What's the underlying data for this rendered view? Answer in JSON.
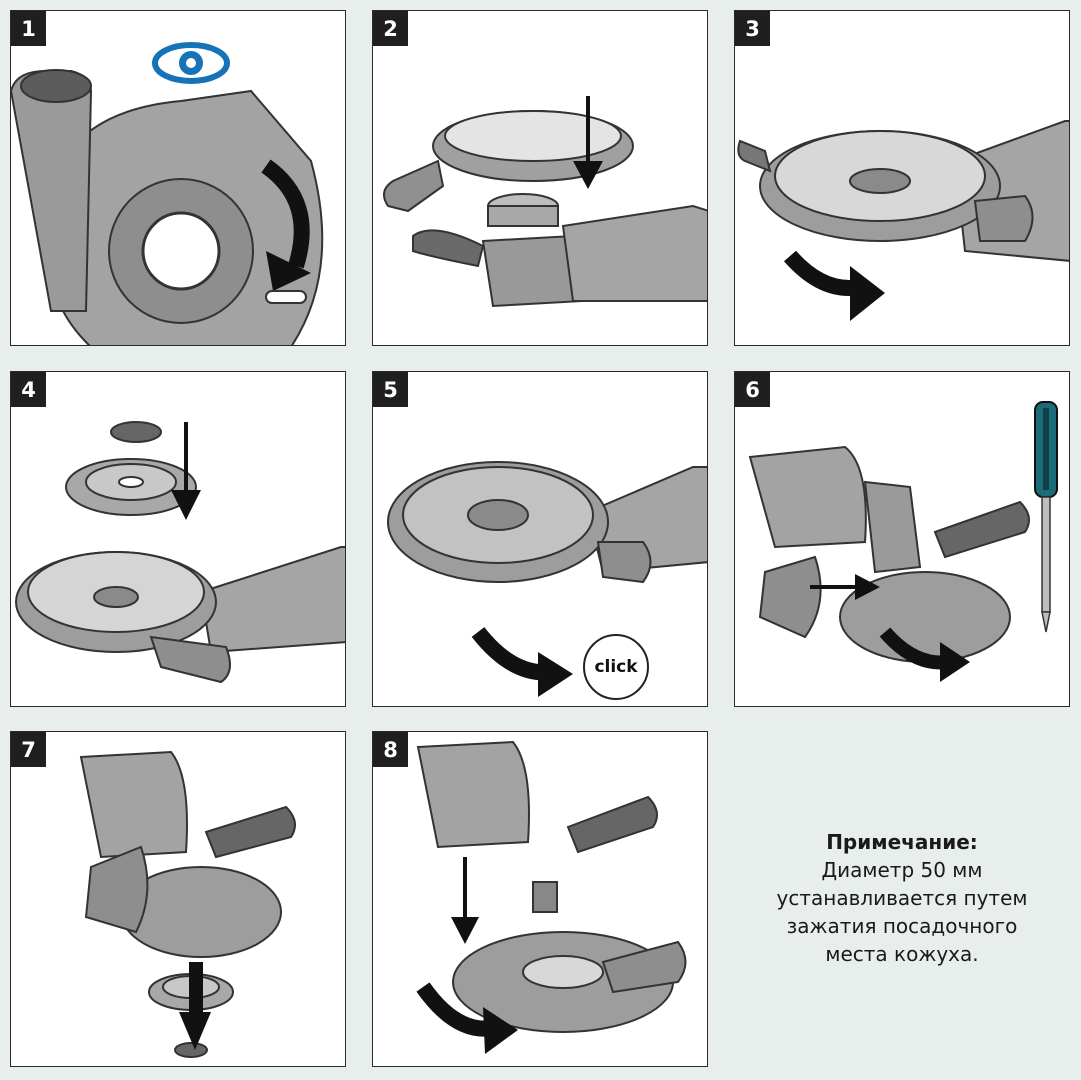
{
  "steps": [
    {
      "number": "1",
      "icon": "eye-icon"
    },
    {
      "number": "2"
    },
    {
      "number": "3"
    },
    {
      "number": "4"
    },
    {
      "number": "5",
      "badge": "click"
    },
    {
      "number": "6"
    },
    {
      "number": "7"
    },
    {
      "number": "8"
    }
  ],
  "note": {
    "title": "Примечание:",
    "lines": [
      "Диаметр 50 мм",
      "устанавливается путем",
      "зажатия посадочного",
      "места кожуха."
    ]
  },
  "colors": {
    "background": "#e8eeec",
    "eye_icon": "#1673b8",
    "screwdriver_handle": "#1b6b78",
    "part_fill": "#9a9a9a",
    "arrow": "#111111"
  }
}
